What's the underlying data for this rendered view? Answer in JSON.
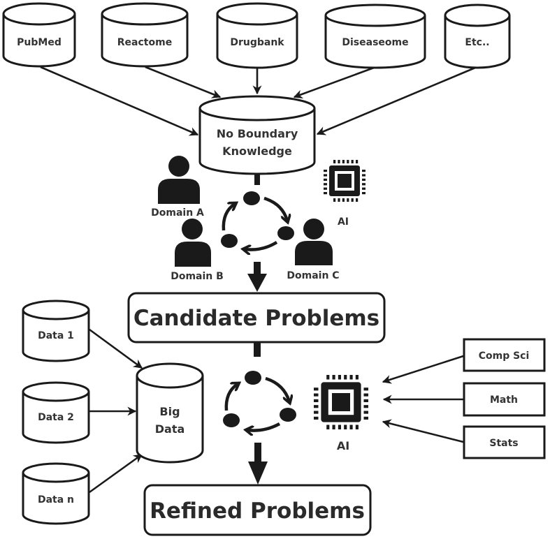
{
  "colors": {
    "ink": "#1a1a1a",
    "text": "#333333",
    "background": "#ffffff"
  },
  "sources": [
    {
      "id": "pubmed",
      "label": "PubMed"
    },
    {
      "id": "reactome",
      "label": "Reactome"
    },
    {
      "id": "drugbank",
      "label": "Drugbank"
    },
    {
      "id": "diseaseome",
      "label": "Diseaseome"
    },
    {
      "id": "etc",
      "label": "Etc.."
    }
  ],
  "knowledge": {
    "line1": "No Boundary",
    "line2": "Knowledge"
  },
  "collaboration": {
    "domain_a": "Domain A",
    "domain_b": "Domain B",
    "domain_c": "Domain C",
    "ai_top": "AI"
  },
  "candidate": {
    "label": "Candidate Problems"
  },
  "data_sources": [
    {
      "id": "data1",
      "label": "Data 1"
    },
    {
      "id": "data2",
      "label": "Data 2"
    },
    {
      "id": "datan",
      "label": "Data n"
    }
  ],
  "big_data": {
    "line1": "Big",
    "line2": "Data"
  },
  "ai_bottom": "AI",
  "disciplines": [
    {
      "id": "compsci",
      "label": "Comp Sci"
    },
    {
      "id": "math",
      "label": "Math"
    },
    {
      "id": "stats",
      "label": "Stats"
    }
  ],
  "refined": {
    "label": "Refined Problems"
  }
}
